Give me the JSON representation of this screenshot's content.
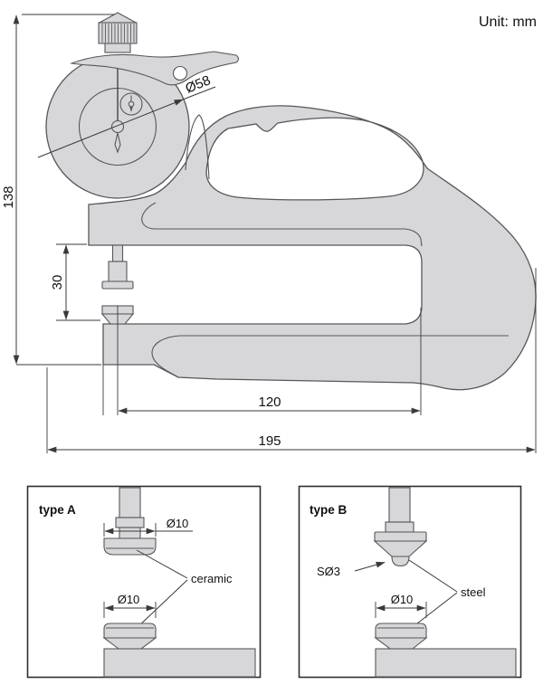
{
  "unit_label": "Unit: mm",
  "dimensions": {
    "overall_height": "138",
    "throat_opening": "30",
    "throat_depth": "120",
    "overall_length": "195",
    "dial_diameter": "Ø58"
  },
  "type_a": {
    "title": "type A",
    "upper_contact_diameter": "Ø10",
    "lower_contact_diameter": "Ø10",
    "contact_material": "ceramic"
  },
  "type_b": {
    "title": "type B",
    "tip_sphere_diameter": "SØ3",
    "lower_contact_diameter": "Ø10",
    "contact_material": "steel"
  },
  "colors": {
    "body_fill": "#d7d7d9",
    "outline": "#57575b",
    "dimension_lines": "#3a3a3a",
    "text": "#111111",
    "background": "#ffffff"
  }
}
